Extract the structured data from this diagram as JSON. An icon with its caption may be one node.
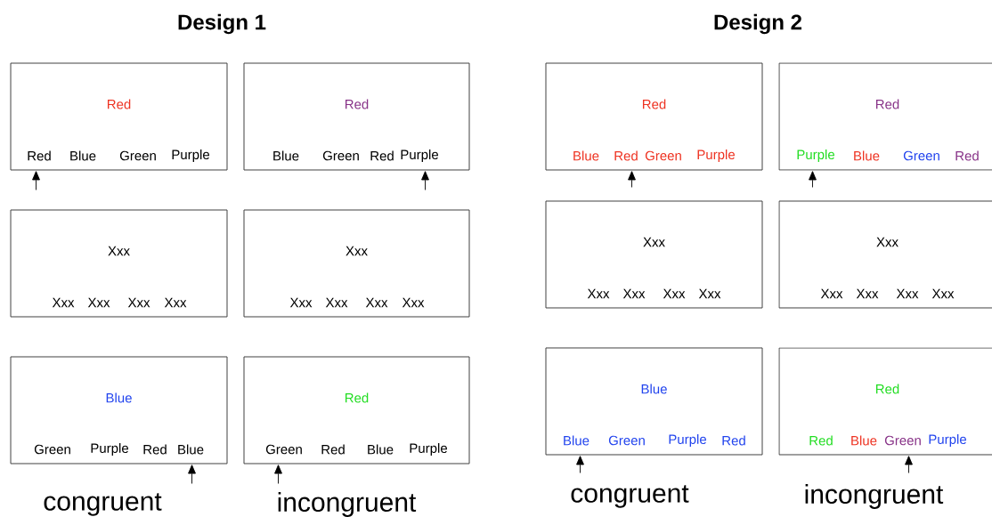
{
  "diagram": {
    "nodes": [
      {
        "text": [
          "Red",
          "Red",
          "Blue",
          "Green",
          "Purple"
        ]
      },
      {
        "text": [
          "Red",
          "Blue",
          "Green",
          "Red",
          "Purple"
        ]
      },
      {
        "text": [
          "Xxx",
          "Xxx",
          "Xxx",
          "Xxx",
          "Xxx"
        ]
      },
      {
        "text": [
          "Xxx",
          "Xxx",
          "Xxx",
          "Xxx",
          "Xxx"
        ]
      },
      {
        "text": [
          "Blue",
          "Green",
          "Purple",
          "Red",
          "Blue"
        ]
      },
      {
        "text": [
          "Red",
          "Green",
          "Red",
          "Blue",
          "Purple"
        ]
      },
      {
        "text": [
          "Red",
          "Blue",
          "Red",
          "Green",
          "Purple"
        ]
      },
      {
        "text": [
          "Red",
          "Purple",
          "Blue",
          "Green",
          "Red"
        ]
      },
      {
        "text": [
          "Xxx",
          "Xxx",
          "Xxx",
          "Xxx",
          "Xxx"
        ]
      },
      {
        "text": [
          "Xxx",
          "Xxx",
          "Xxx",
          "Xxx",
          "Xxx"
        ]
      },
      {
        "text": [
          "Blue",
          "Blue",
          "Green",
          "Purple",
          "Red"
        ]
      },
      {
        "text": [
          "Red",
          "Red",
          "Blue",
          "Green",
          "Purple"
        ]
      }
    ],
    "edges": [
      {
        "from": null,
        "to": 0,
        "arrow": "to"
      },
      {
        "from": null,
        "to": 1,
        "arrow": "to"
      },
      {
        "from": null,
        "to": 4,
        "arrow": "to"
      },
      {
        "from": null,
        "to": 5,
        "arrow": "to"
      },
      {
        "from": null,
        "to": 6,
        "arrow": "to"
      },
      {
        "from": null,
        "to": 7,
        "arrow": "to"
      },
      {
        "from": null,
        "to": 10,
        "arrow": "to"
      },
      {
        "from": null,
        "to": 11,
        "arrow": "to"
      }
    ],
    "labels": [
      "Design 1",
      "Design 2",
      "congruent",
      "incongruent",
      "congruent",
      "incongruent"
    ]
  }
}
